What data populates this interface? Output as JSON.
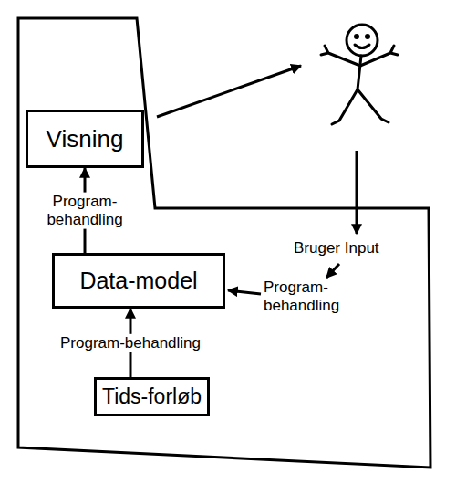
{
  "diagram": {
    "nodes": [
      {
        "text": [
          "Visning"
        ]
      },
      {
        "text": [
          "Data-model"
        ]
      },
      {
        "text": [
          "Tids-forløb"
        ]
      }
    ],
    "edges": [
      {
        "from": 2,
        "to": 1,
        "arrow": "to",
        "label": "Program-behandling"
      },
      {
        "from": 1,
        "to": 0,
        "arrow": "to",
        "label": "Program- behandling"
      }
    ],
    "labels": [
      "Bruger Input",
      "Program- behandling"
    ]
  }
}
